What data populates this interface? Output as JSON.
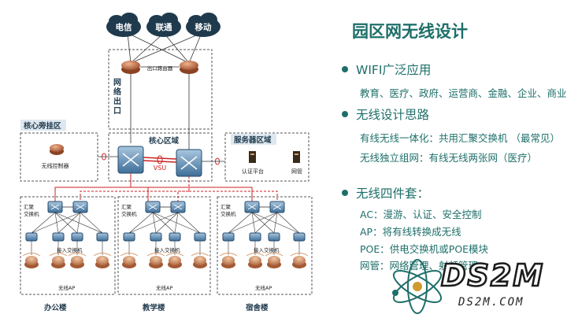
{
  "diagram": {
    "isps": [
      "电信",
      "联通",
      "移动"
    ],
    "exit_router_label": "出口路由器",
    "exit_zone_label": "网\n络\n出\n口",
    "core_zone_label": "核心区域",
    "vsu_label": "VSU",
    "bypass_zone_label": "核心旁挂区",
    "wireless_controller_label": "无线控制器",
    "server_zone_label": "服务器区域",
    "auth_platform_label": "认证平台",
    "netmgmt_label": "网管",
    "agg_switch_label": "汇聚\n交换机",
    "access_switch_label": "接入交换机",
    "ap_label": "无线AP",
    "buildings": [
      "办公楼",
      "教学楼",
      "宿舍楼"
    ]
  },
  "panel": {
    "title": "园区网无线设计",
    "sections": [
      {
        "heading": "WIFI广泛应用",
        "lines": [
          "教育、医疗、政府、运营商、金融、企业、商业"
        ]
      },
      {
        "heading": "无线设计思路",
        "lines": [
          "有线无线一体化：共用汇聚交换机 （最常见）",
          "无线独立组网：有线无线两张网（医疗）"
        ]
      },
      {
        "heading": "无线四件套：",
        "lines": [
          "AC：漫游、认证、安全控制",
          "AP：将有线转换成无线",
          "POE：供电交换机或POE模块",
          "网管：网络管理、射频管理"
        ]
      }
    ]
  },
  "watermark": {
    "main": "DS2M",
    "sub": "DS2M.COM"
  },
  "colors": {
    "accent": "#1e6f6a",
    "cloud": "#1f3a4d",
    "router": "#c0724b",
    "link_red": "#cc2222",
    "switch_blue": "#2f5f86"
  }
}
